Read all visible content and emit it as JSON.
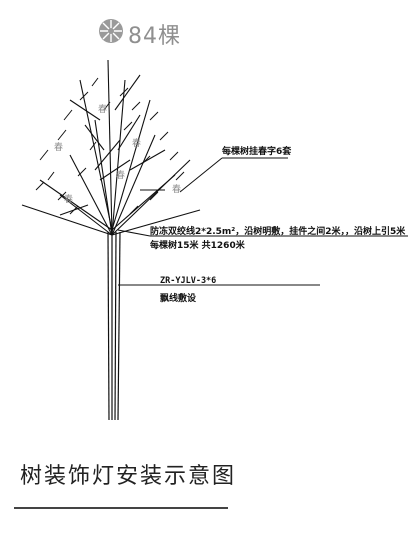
{
  "header": {
    "count_text": "84棵",
    "icon": "snowflake-emblem-icon"
  },
  "annotations": {
    "decor_per_tree": "每棵树挂春字6套",
    "cable_spec": "防冻双绞线2*2.5m²，沿树明敷，挂件之间2米，，沿树上引5米",
    "cable_length": "每棵树15米    共1260米",
    "supply_cable": "ZR-YJLV-3*6",
    "laying_method": "飘线敷设"
  },
  "ornament_char": "春",
  "title": "树装饰灯安装示意图"
}
